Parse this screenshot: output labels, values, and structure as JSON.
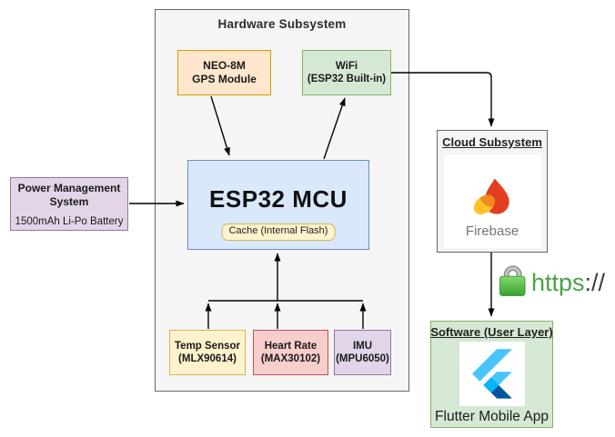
{
  "nodes": {
    "hardware": {
      "title": "Hardware Subsystem"
    },
    "gps": {
      "line1": "NEO-8M",
      "line2": "GPS Module"
    },
    "wifi": {
      "line1": "WiFi",
      "line2": "(ESP32 Built-in)"
    },
    "esp32": {
      "label": "ESP32 MCU",
      "cache": "Cache (Internal Flash)"
    },
    "power": {
      "line1": "Power Management",
      "line2": "System",
      "battery": "1500mAh Li-Po Battery"
    },
    "temp": {
      "line1": "Temp Sensor",
      "line2": "(MLX90614)"
    },
    "heart": {
      "line1": "Heart Rate",
      "line2": "(MAX30102)"
    },
    "imu": {
      "line1": "IMU",
      "line2": "(MPU6050)"
    },
    "cloud": {
      "title": "Cloud Subsystem",
      "service": "Firebase"
    },
    "https": {
      "protocol": "https",
      "separator": "://"
    },
    "software": {
      "title": "Software (User Layer)",
      "app": "Flutter Mobile App"
    }
  },
  "icons": {
    "firebase_flame": "firebase-flame-icon",
    "flutter": "flutter-icon",
    "https_lock": "secure-lock-icon"
  },
  "colors": {
    "hardware_fill": "#f5f5f5",
    "hardware_stroke": "#666666",
    "orange_fill": "#ffe6cc",
    "orange_stroke": "#d79b00",
    "green_fill": "#d5e8d4",
    "green_stroke": "#82b366",
    "blue_fill": "#dae8fc",
    "blue_stroke": "#6c8ebf",
    "yellow_fill": "#fff2cc",
    "yellow_stroke": "#d6b656",
    "red_fill": "#f8cecc",
    "red_stroke": "#b85450",
    "purple_fill": "#e1d5e7",
    "purple_stroke": "#9673a6",
    "https_green": "#47a447",
    "lock_green": "#4caf50",
    "firebase_red": "#e33e22",
    "firebase_yellow": "#ffc226",
    "firebase_orange": "#ef8a1d",
    "flutter_light_blue": "#47c5fb",
    "flutter_mid_blue": "#00b5f8",
    "flutter_dark_blue": "#00569e",
    "connector": "#000000"
  }
}
